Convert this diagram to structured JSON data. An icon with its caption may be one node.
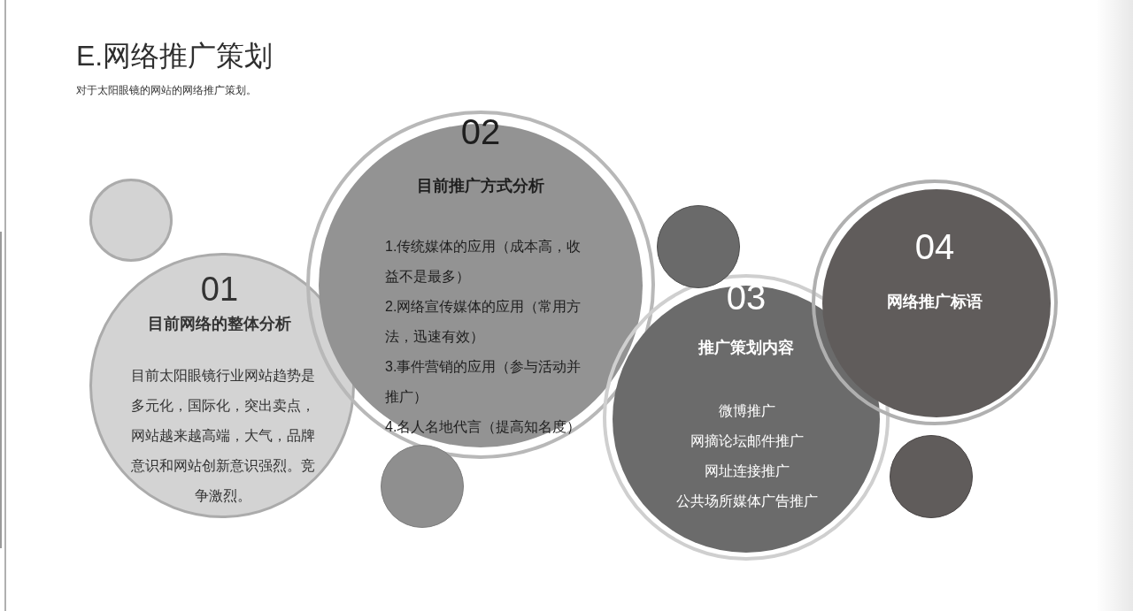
{
  "diagram": {
    "title": "E.网络推广策划",
    "nodes": [
      {
        "text": [],
        "shape": "circle"
      },
      {
        "text": [
          "01",
          "目前网络的整体分析",
          "目前太阳眼镜行业网站趋势是多元化，国际化，突出卖点，网站越来越高端，大气，品牌意识和网站创新意识强烈。竞争激烈。"
        ]
      },
      {
        "text": [
          "02",
          "目前推广方式分析",
          "1.传统媒体的应用（成本高，收益不是最多）",
          "2.网络宣传媒体的应用（常用方法，迅速有效）",
          "3.事件营销的应用（参与活动并推广）",
          "4.名人名地代言（提高知名度）"
        ]
      },
      {
        "text": [],
        "shape": "circle"
      },
      {
        "text": [],
        "shape": "circle"
      },
      {
        "text": [
          "03",
          "推广策划内容",
          "微博推广",
          "网摘论坛邮件推广",
          "网址连接推广",
          "公共场所媒体广告推广"
        ]
      },
      {
        "text": [
          "04",
          "网络推广标语"
        ]
      },
      {
        "text": [],
        "shape": "circle"
      }
    ],
    "labels": [
      "对于太阳眼镜的网站的网络推广策划。"
    ]
  }
}
